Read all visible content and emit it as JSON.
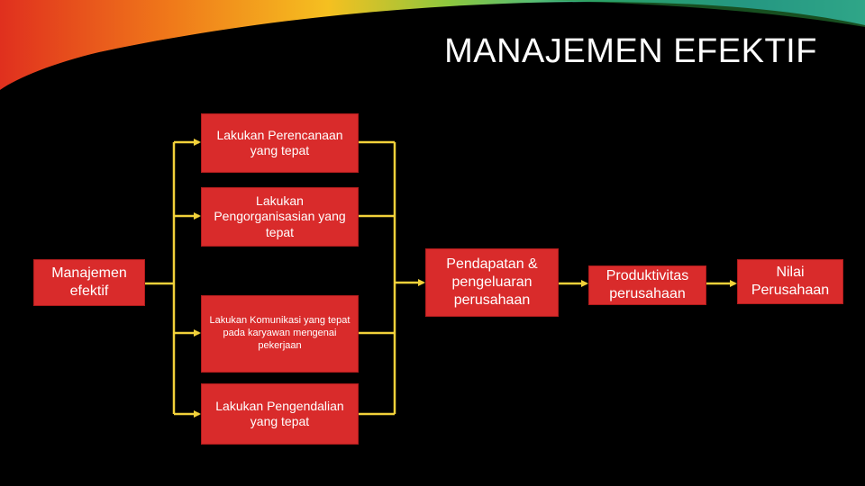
{
  "slide": {
    "title": "MANAJEMEN EFEKTIF"
  },
  "diagram": {
    "source": "Manajemen efektif",
    "activities": [
      "Lakukan Perencanaan yang tepat",
      "Lakukan Pengorganisasian yang tepat",
      "Lakukan Komunikasi yang tepat pada karyawan mengenai pekerjaan",
      "Lakukan Pengendalian yang tepat"
    ],
    "chain": [
      "Pendapatan & pengeluaran perusahaan",
      "Produktivitas perusahaan",
      "Nilai Perusahaan"
    ]
  },
  "colors": {
    "box_fill": "#d92b2b",
    "connector": "#f2d13a",
    "background": "#000000",
    "text": "#ffffff"
  }
}
